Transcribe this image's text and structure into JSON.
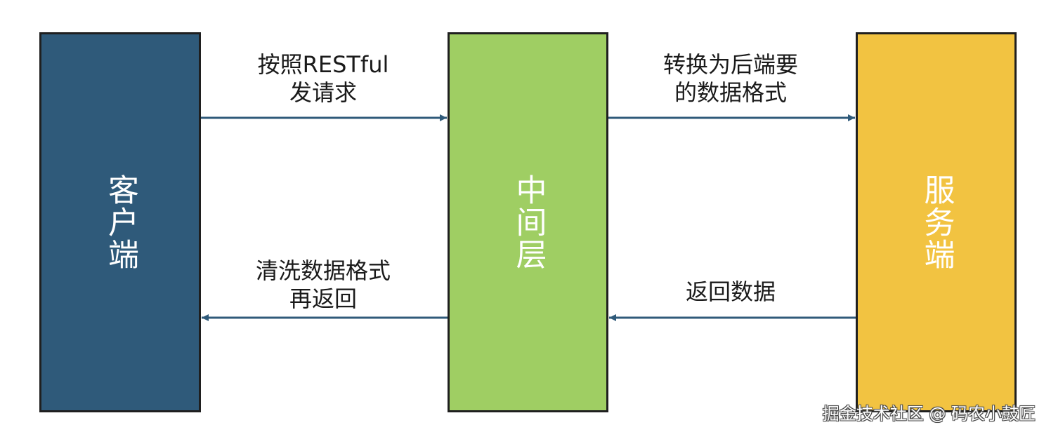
{
  "diagram": {
    "nodes": [
      {
        "id": "client",
        "label": "客户端",
        "color": "#2f5a7a"
      },
      {
        "id": "middle",
        "label": "中间层",
        "color": "#9fce63"
      },
      {
        "id": "server",
        "label": "服务端",
        "color": "#f2c341"
      }
    ],
    "edges": [
      {
        "from": "client",
        "to": "middle",
        "label_lines": [
          "按照RESTful",
          "发请求"
        ]
      },
      {
        "from": "middle",
        "to": "server",
        "label_lines": [
          "转换为后端要",
          "的数据格式"
        ]
      },
      {
        "from": "middle",
        "to": "client",
        "label_lines": [
          "清洗数据格式",
          "再返回"
        ]
      },
      {
        "from": "server",
        "to": "middle",
        "label_lines": [
          "返回数据"
        ]
      }
    ],
    "arrow_color": "#2f5a7a",
    "border_color": "#1f1f1f"
  },
  "watermark": "掘金技术社区 @ 码农小鼓匠"
}
